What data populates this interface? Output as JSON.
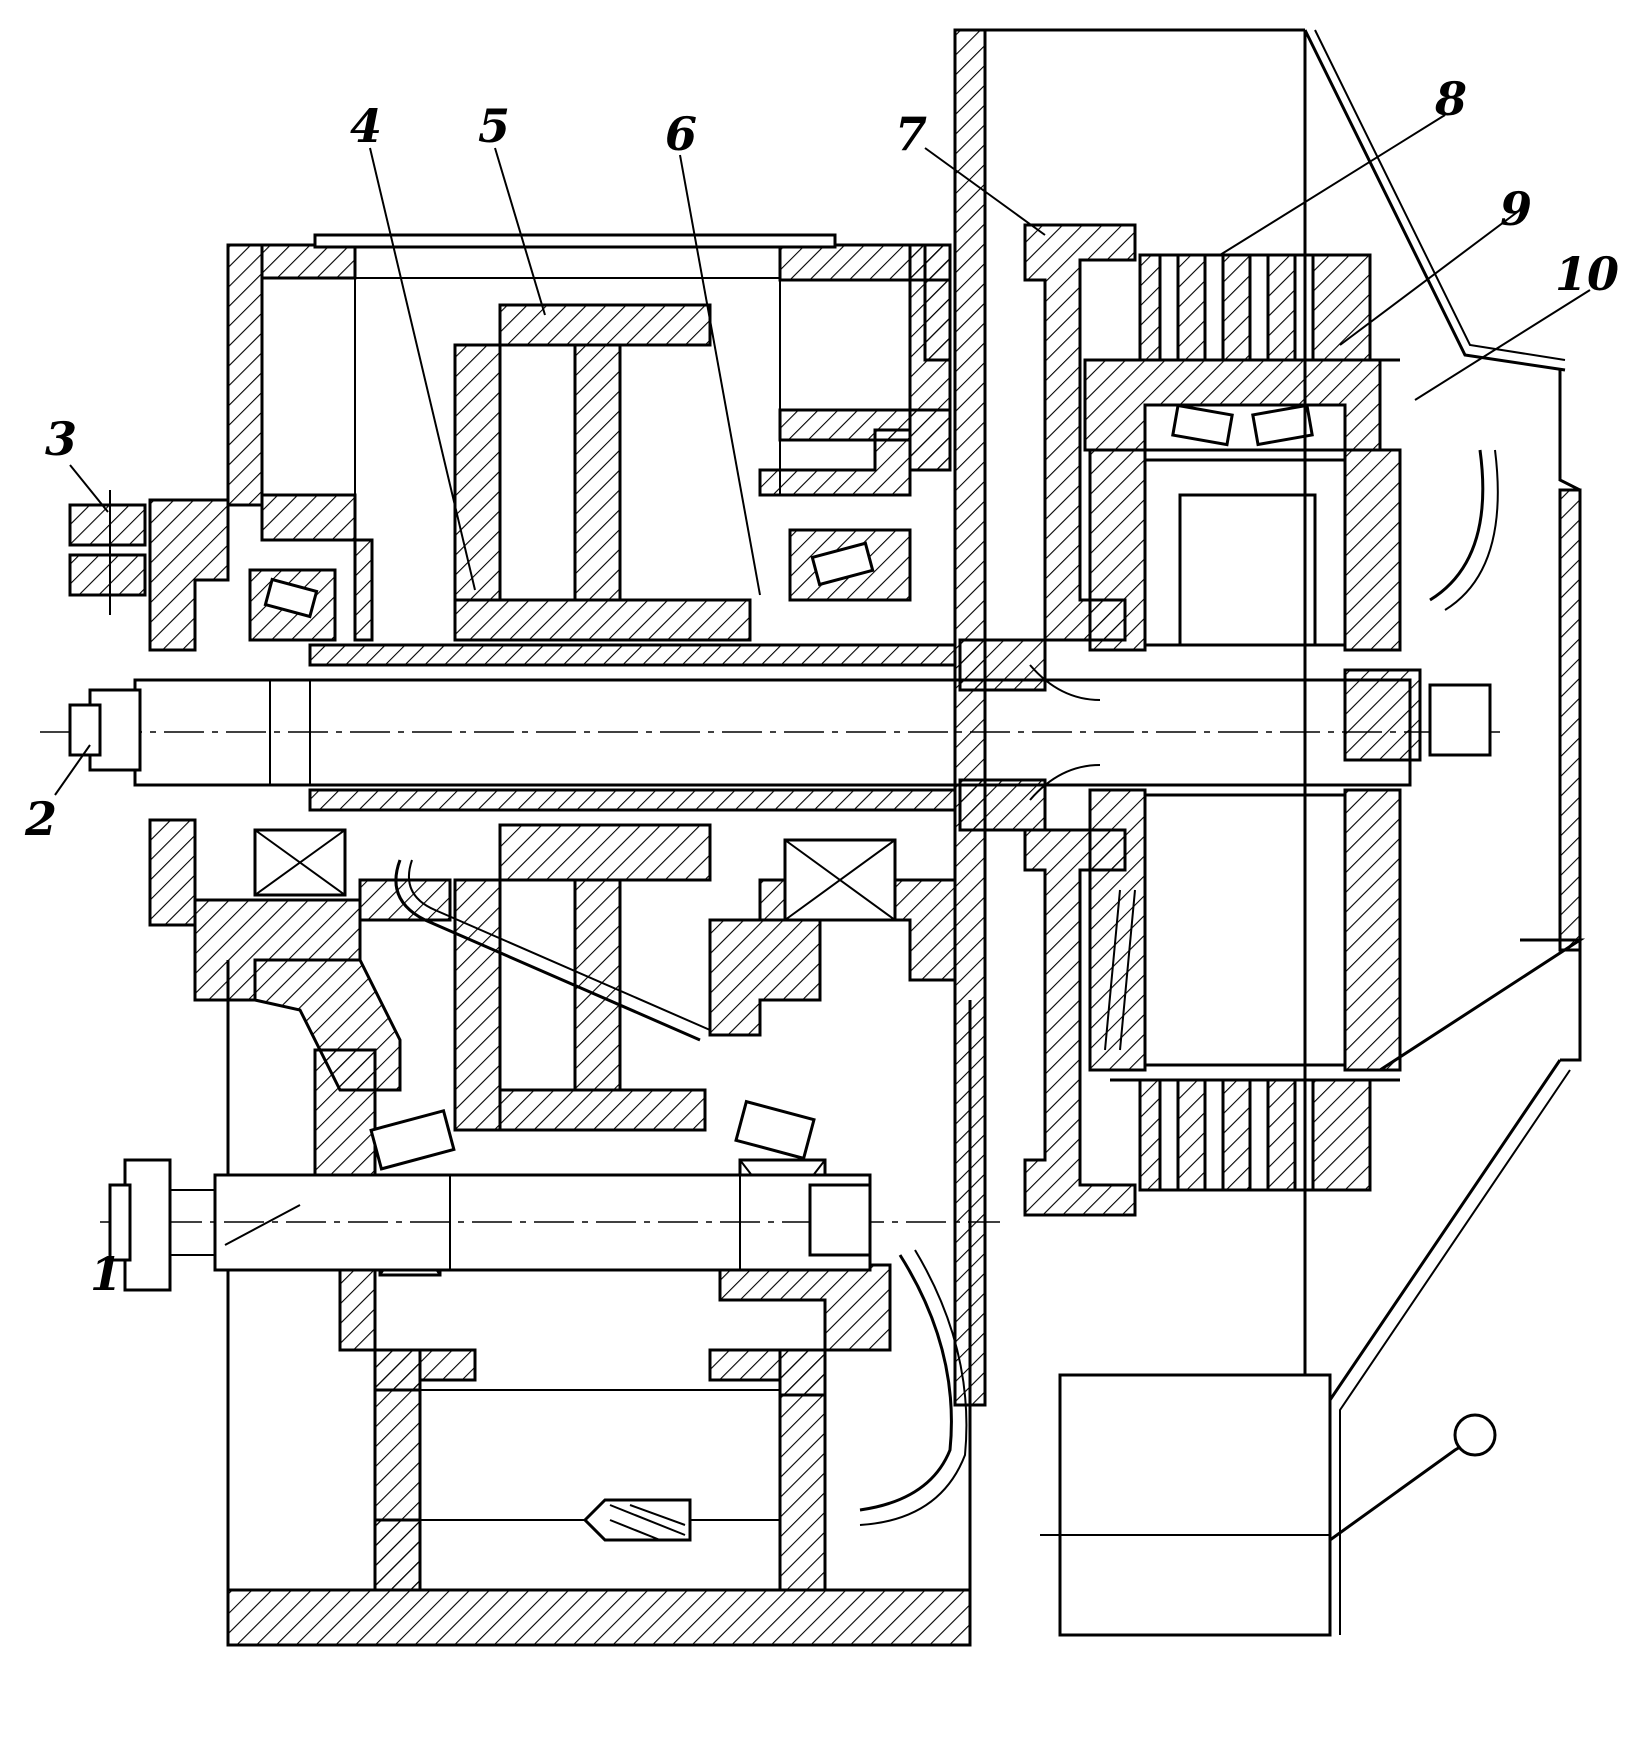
{
  "callouts": [
    {
      "id": "1",
      "text": "1"
    },
    {
      "id": "2",
      "text": "2"
    },
    {
      "id": "3",
      "text": "3"
    },
    {
      "id": "4",
      "text": "4"
    },
    {
      "id": "5",
      "text": "5"
    },
    {
      "id": "6",
      "text": "6"
    },
    {
      "id": "7",
      "text": "7"
    },
    {
      "id": "8",
      "text": "8"
    },
    {
      "id": "9",
      "text": "9"
    },
    {
      "id": "10",
      "text": "10"
    }
  ],
  "colors": {
    "line": "#000000",
    "background": "#ffffff"
  }
}
